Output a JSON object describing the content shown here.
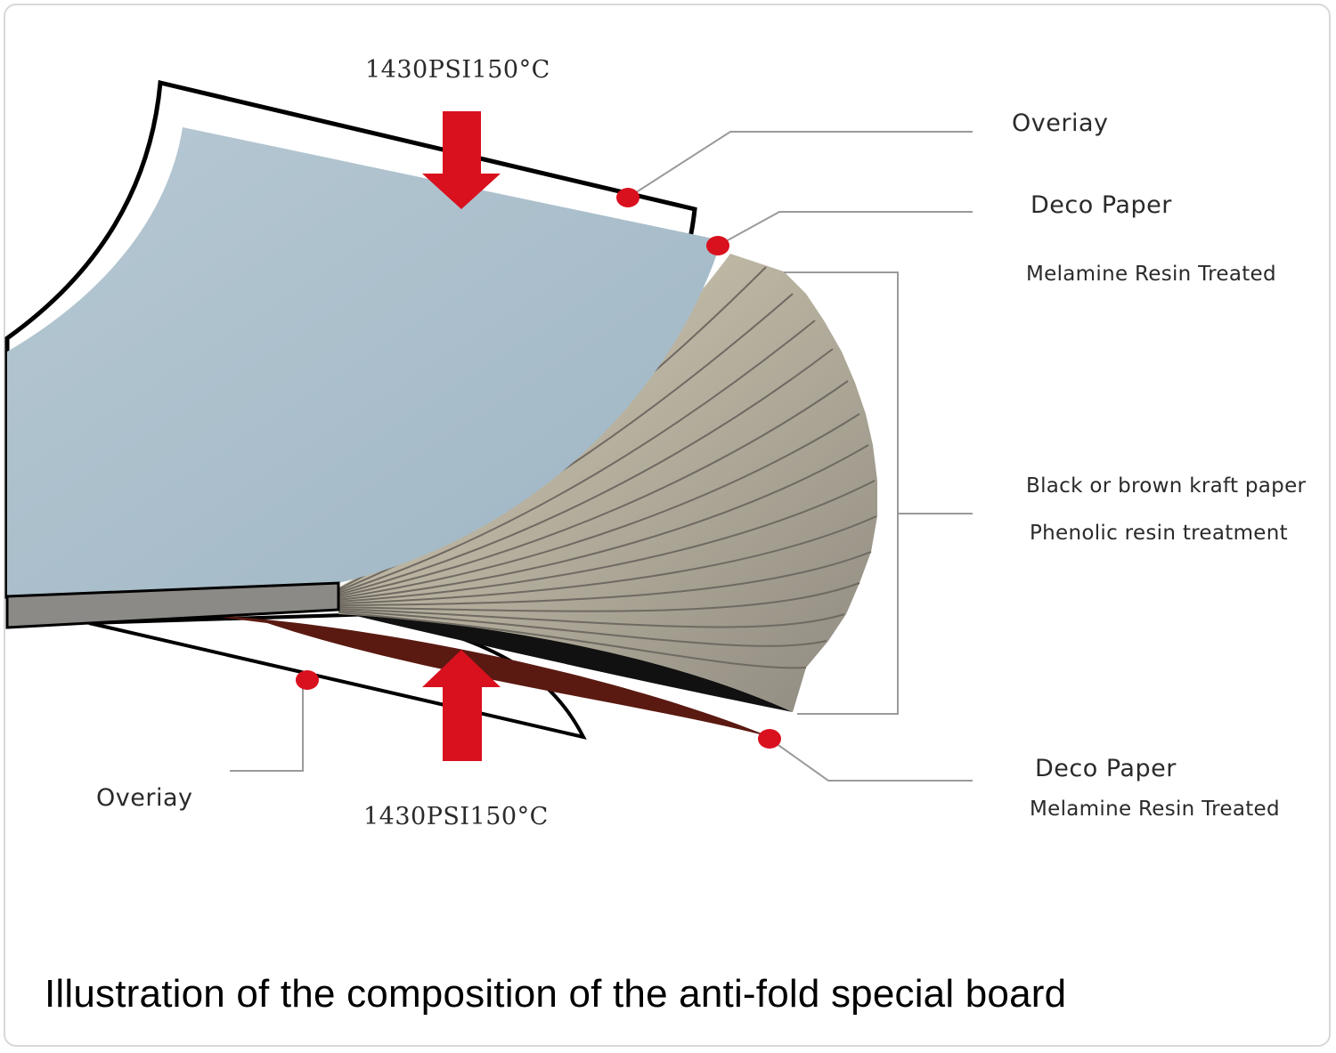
{
  "pressure": {
    "top": "1430PSI150°C",
    "bottom": "1430PSI150°C"
  },
  "labels": {
    "overlay_top": "Overiay",
    "deco_top_title": "Deco Paper",
    "deco_top_sub": "Melamine Resin Treated",
    "kraft_title": "Black or brown kraft paper",
    "kraft_sub": "Phenolic resin treatment",
    "deco_bottom_title": "Deco Paper",
    "deco_bottom_sub": "Melamine Resin Treated",
    "overlay_bottom": "Overiay"
  },
  "caption": "Illustration of the composition of the anti-fold special board",
  "colors": {
    "deco_top_sheet": "#a9bfcc",
    "kraft_sheets": "#c9c0a8",
    "deco_bottom_sheet": "#5a1a12",
    "arrow": "#d9101e",
    "marker": "#d9101e",
    "leader_line": "#999999"
  }
}
